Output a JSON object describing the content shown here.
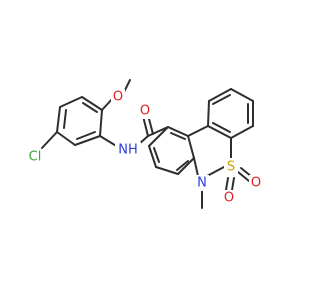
{
  "molecule": {
    "atoms": {
      "cl": {
        "label": "Cl",
        "color": "#3aa63a"
      },
      "o_methoxy": {
        "label": "O",
        "color": "#e02020"
      },
      "o_carbonyl": {
        "label": "O",
        "color": "#e02020"
      },
      "nh": {
        "label": "NH",
        "color": "#2a3fd6"
      },
      "n_ring": {
        "label": "N",
        "color": "#2a3fd6"
      },
      "s": {
        "label": "S",
        "color": "#c9a400"
      },
      "o_s1": {
        "label": "O",
        "color": "#e02020"
      },
      "o_s2": {
        "label": "O",
        "color": "#e02020"
      }
    },
    "bond_color": "#2e2e2e"
  }
}
